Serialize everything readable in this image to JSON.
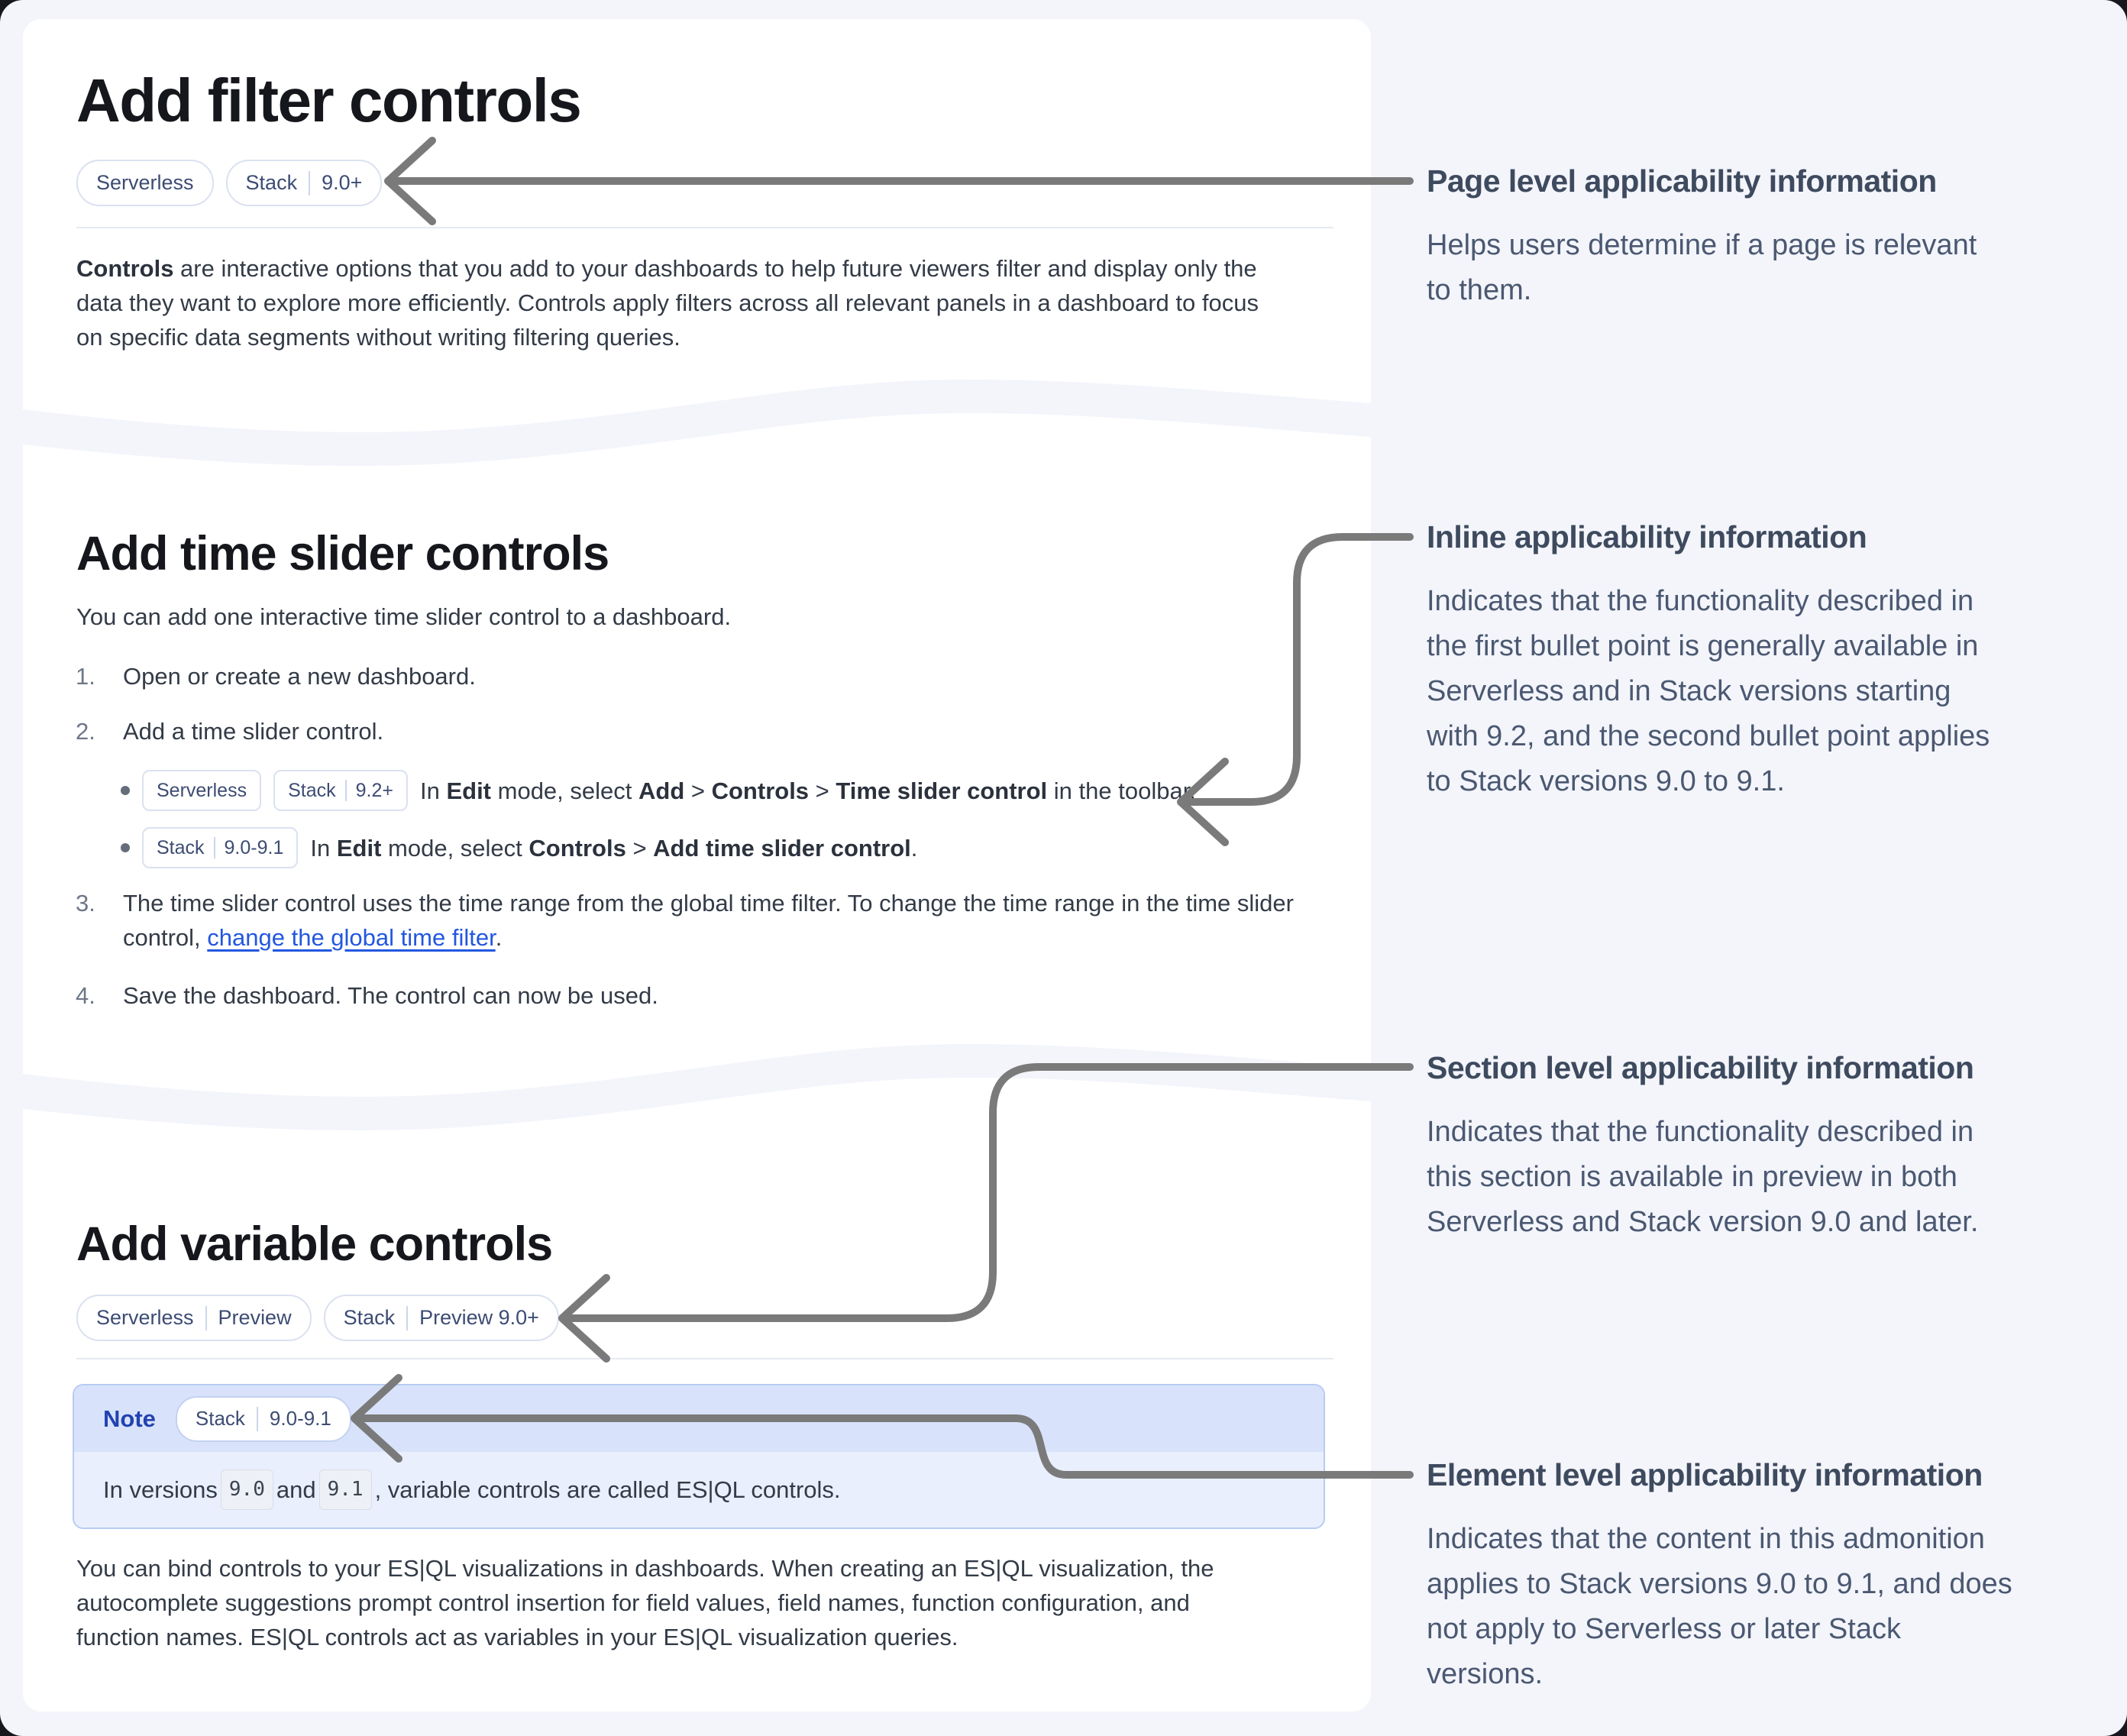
{
  "colors": {
    "page_bg": "#f3f5fb",
    "card_bg": "#ffffff",
    "arrow": "#7a7a7a",
    "link": "#2257df",
    "note_title": "#2342b0",
    "note_header_bg": "#d8e3fb",
    "note_body_bg": "#e9effc",
    "note_border": "#b8cbf2",
    "heading_text": "#15171c",
    "body_text": "#333b47",
    "annotation_heading": "#3e4a5e",
    "annotation_body": "#4b5871",
    "badge_text": "#3d4c74",
    "badge_border": "#dbe1f0"
  },
  "sections": {
    "filter": {
      "title": "Add filter controls",
      "badges": [
        {
          "name": "badge-serverless",
          "parts": [
            "Serverless"
          ]
        },
        {
          "name": "badge-stack-9-0-plus",
          "parts": [
            "Stack",
            "9.0+"
          ]
        }
      ],
      "intro_lines": [
        [
          {
            "b": "Controls"
          },
          {
            "t": " are interactive options that you add to your dashboards to help future viewers filter and display only the"
          }
        ],
        [
          {
            "t": "data they want to explore more efficiently. Controls apply filters across all relevant panels in a dashboard to focus"
          }
        ],
        [
          {
            "t": "on specific data segments without writing filtering queries."
          }
        ]
      ]
    },
    "time_slider": {
      "title": "Add time slider controls",
      "intro": "You can add one interactive time slider control to a dashboard.",
      "steps": [
        {
          "num": "1.",
          "lines": [
            [
              {
                "t": "Open or create a new dashboard."
              }
            ]
          ]
        },
        {
          "num": "2.",
          "lines": [
            [
              {
                "t": "Add a time slider control."
              }
            ]
          ]
        },
        {
          "num": "3.",
          "lines": [
            [
              {
                "t": "The time slider control uses the time range from the global time filter. To change the time range in the time slider"
              }
            ],
            [
              {
                "t": "control, "
              },
              {
                "l": "change the global time filter",
                "name": "change-global-time-filter-link"
              },
              {
                "t": "."
              }
            ]
          ]
        },
        {
          "num": "4.",
          "lines": [
            [
              {
                "t": "Save the dashboard. The control can now be used."
              }
            ]
          ]
        }
      ],
      "bullets": [
        {
          "badges": [
            {
              "name": "badge-serverless",
              "parts": [
                "Serverless"
              ]
            },
            {
              "name": "badge-stack-9-2-plus",
              "parts": [
                "Stack",
                "9.2+"
              ]
            }
          ],
          "content": [
            {
              "t": "In "
            },
            {
              "b": "Edit"
            },
            {
              "t": " mode, select "
            },
            {
              "b": "Add"
            },
            {
              "t": " > "
            },
            {
              "b": "Controls"
            },
            {
              "t": " > "
            },
            {
              "b": "Time slider control"
            },
            {
              "t": " in the toolbar."
            }
          ]
        },
        {
          "badges": [
            {
              "name": "badge-stack-9-0-9-1",
              "parts": [
                "Stack",
                "9.0-9.1"
              ]
            }
          ],
          "content": [
            {
              "t": "In "
            },
            {
              "b": "Edit"
            },
            {
              "t": " mode, select "
            },
            {
              "b": "Controls"
            },
            {
              "t": " > "
            },
            {
              "b": "Add time slider control"
            },
            {
              "t": "."
            }
          ]
        }
      ]
    },
    "variable": {
      "title": "Add variable controls",
      "badges": [
        {
          "name": "badge-serverless-preview",
          "parts": [
            "Serverless",
            "Preview"
          ]
        },
        {
          "name": "badge-stack-preview-9-0-plus",
          "parts": [
            "Stack",
            "Preview 9.0+"
          ]
        }
      ],
      "note": {
        "label": "Note",
        "badges": [
          {
            "name": "badge-stack-9-0-9-1",
            "parts": [
              "Stack",
              "9.0-9.1"
            ]
          }
        ],
        "content": [
          {
            "t": "In versions "
          },
          {
            "c": "9.0"
          },
          {
            "t": " and "
          },
          {
            "c": "9.1"
          },
          {
            "t": ", variable controls are called ES|QL controls."
          }
        ]
      },
      "outro_lines": [
        [
          {
            "t": "You can bind controls to your ES|QL visualizations in dashboards. When creating an ES|QL visualization, the"
          }
        ],
        [
          {
            "t": "autocomplete suggestions prompt control insertion for field values, field names, function configuration, and"
          }
        ],
        [
          {
            "t": "function names. ES|QL controls act as variables in your ES|QL visualization queries."
          }
        ]
      ]
    }
  },
  "annotations": [
    {
      "heading": "Page level applicability information",
      "lines": [
        "Helps users determine if a page is relevant",
        "to them."
      ]
    },
    {
      "heading": "Inline applicability information",
      "lines": [
        "Indicates that the functionality described in",
        "the first bullet point is generally available in",
        "Serverless and in Stack versions starting",
        "with 9.2, and the second bullet point applies",
        "to Stack versions 9.0 to 9.1."
      ]
    },
    {
      "heading": "Section level applicability information",
      "lines": [
        "Indicates that the functionality described in",
        "this section is available in preview in both",
        "Serverless and Stack version 9.0 and later."
      ]
    },
    {
      "heading": "Element level applicability information",
      "lines": [
        "Indicates that the content in this admonition",
        "applies to Stack versions 9.0 to 9.1, and does",
        "not apply to Serverless or later Stack",
        "versions."
      ]
    }
  ]
}
